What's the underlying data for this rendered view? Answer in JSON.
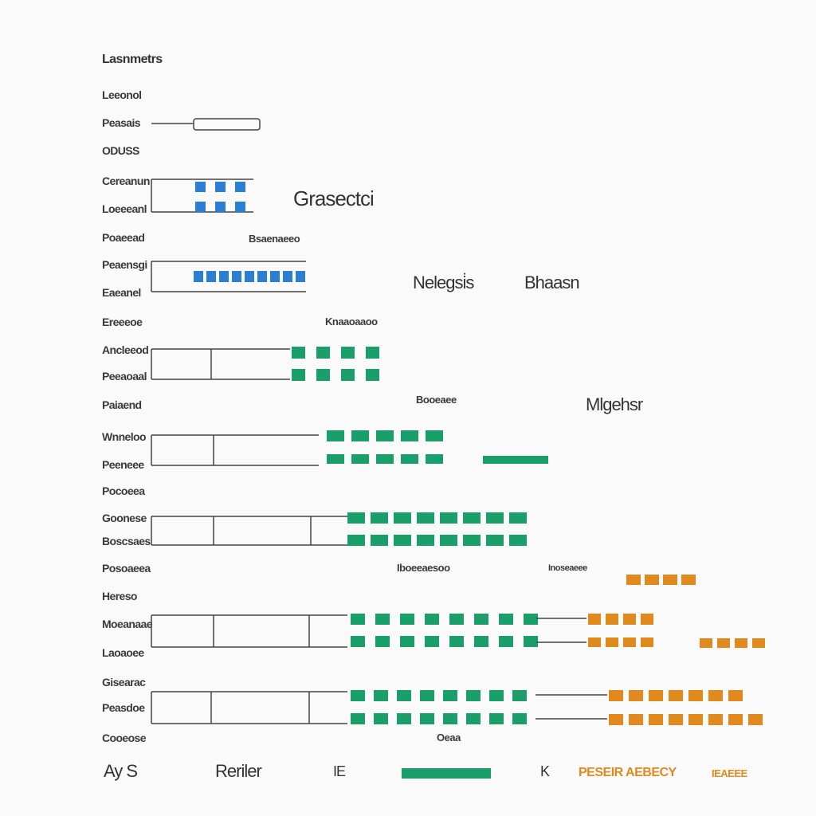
{
  "title": "Lasnmetrs",
  "row_labels": [
    "Leeonol",
    "Peasais",
    "ODUSS",
    "Cereanun",
    "Loeeeanl",
    "Poaeead",
    "Peaensgi",
    "Eaeanel",
    "Ereeeoe",
    "Ancleeod",
    "Peeaoaal",
    "Paiaend",
    "Wnneloo",
    "Peeneee",
    "Pocoeea",
    "Goonese",
    "Boscsaes",
    "Posoaeea",
    "Hereso",
    "Moeanaae",
    "Laoaoee",
    "Gisearac",
    "Peasdoe",
    "Cooeose"
  ],
  "section_labels": {
    "s1": "Grasectci",
    "s2": "Nelegsi̇s",
    "s2b": "Bhaasn",
    "s3": "Mlgehsr"
  },
  "small_labels": {
    "a": "Bsaenaeeo",
    "b": "Knaaoaaoo",
    "c": "Booeaee",
    "d": "Iboeeaesoo",
    "e": "Inoseaeee",
    "f": "Oeaa"
  },
  "footer": {
    "item1": "Ay S",
    "item2": "Reriler",
    "item3": "IE",
    "item4": "K",
    "item5": "PESEIR AEBECY",
    "item6": "IEAEEE"
  },
  "colors": {
    "blue": "#2a7fd4",
    "green": "#1a9e6a",
    "orange": "#e08a1e",
    "line": "#444444"
  }
}
